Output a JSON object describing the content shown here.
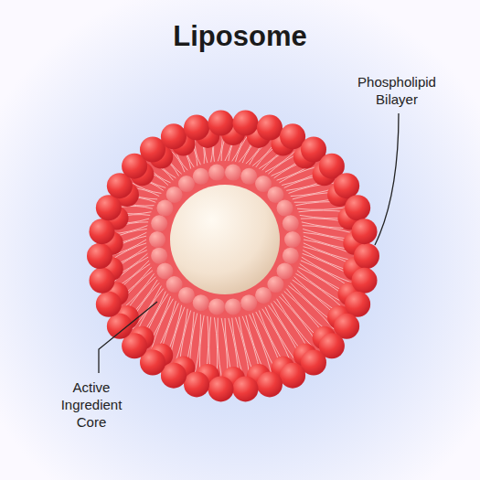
{
  "diagram": {
    "title": "Liposome",
    "labels": [
      "Phospholipid Bilayer",
      "Active Ingredient Core"
    ]
  }
}
